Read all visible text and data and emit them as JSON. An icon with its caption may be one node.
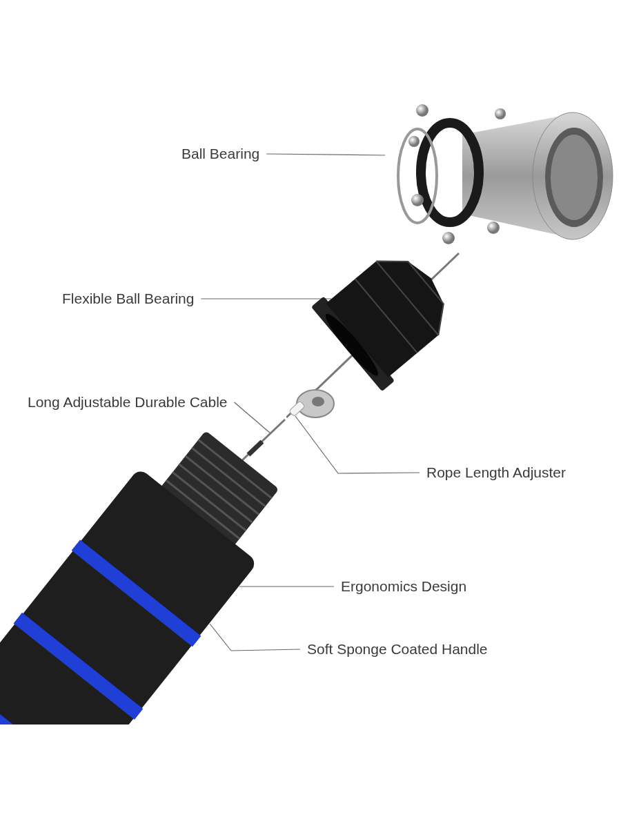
{
  "diagram": {
    "nodes": [
      {
        "text": [
          "Ball Bearing"
        ]
      },
      {
        "text": [],
        "shape": "picture"
      },
      {
        "text": [
          "Flexible Ball Bearing"
        ]
      },
      {
        "text": [],
        "shape": "picture"
      },
      {
        "text": [
          "Long Adjustable Durable Cable"
        ]
      },
      {
        "text": [],
        "shape": "picture"
      },
      {
        "text": [
          "Rope Length Adjuster"
        ]
      },
      {
        "text": [],
        "shape": "picture"
      },
      {
        "text": [
          "Ergonomics Design"
        ]
      },
      {
        "text": [],
        "shape": "picture"
      },
      {
        "text": [
          "Soft Sponge Coated Handle"
        ]
      }
    ],
    "edges": [
      {
        "from": 0,
        "to": 1,
        "arrow": "none"
      },
      {
        "from": 2,
        "to": 3,
        "arrow": "none"
      },
      {
        "from": 4,
        "to": 5,
        "arrow": "none"
      },
      {
        "from": 6,
        "to": 7,
        "arrow": "none"
      },
      {
        "from": 8,
        "to": 9,
        "arrow": "none"
      },
      {
        "from": 10,
        "to": 9,
        "arrow": "none"
      }
    ]
  }
}
